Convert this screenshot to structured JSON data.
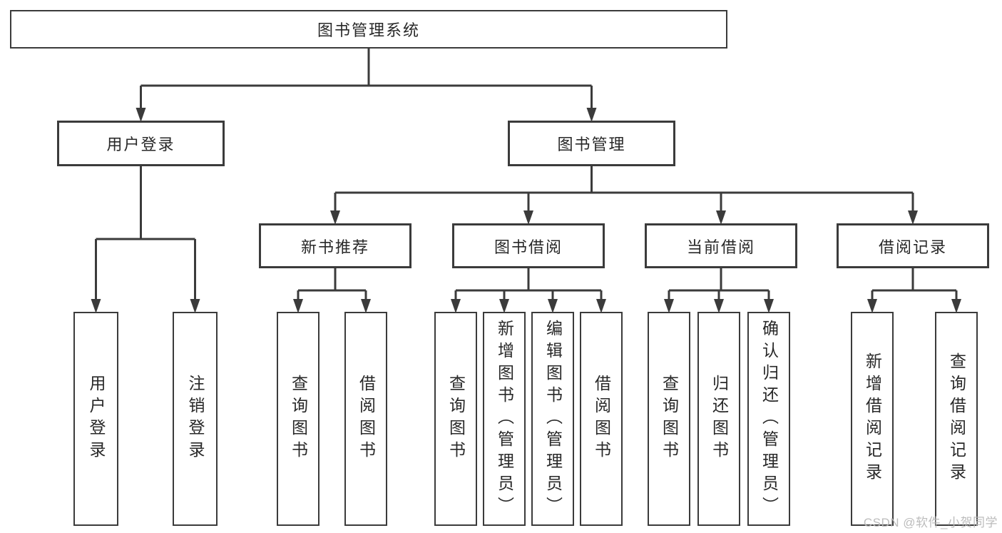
{
  "diagram_title": "图书管理系统",
  "watermark": "CSDN @软件_小贺同学",
  "colors": {
    "line": "#3b3b3b",
    "box_border": "#3b3b3b",
    "text": "#282828",
    "watermark_text": "#b9b9b9",
    "background": "#ffffff"
  },
  "nodes": [
    {
      "id": "root",
      "label": "图书管理系统",
      "parent": null,
      "orientation": "horizontal"
    },
    {
      "id": "user-login",
      "label": "用户登录",
      "parent": "root",
      "orientation": "horizontal"
    },
    {
      "id": "book-management",
      "label": "图书管理",
      "parent": "root",
      "orientation": "horizontal"
    },
    {
      "id": "user-login-leaf",
      "label": "用户登录",
      "parent": "user-login",
      "orientation": "vertical"
    },
    {
      "id": "logout-leaf",
      "label": "注销登录",
      "parent": "user-login",
      "orientation": "vertical"
    },
    {
      "id": "new-book-recommend",
      "label": "新书推荐",
      "parent": "book-management",
      "orientation": "horizontal"
    },
    {
      "id": "book-borrowing",
      "label": "图书借阅",
      "parent": "book-management",
      "orientation": "horizontal"
    },
    {
      "id": "current-borrowing",
      "label": "当前借阅",
      "parent": "book-management",
      "orientation": "horizontal"
    },
    {
      "id": "borrowing-records",
      "label": "借阅记录",
      "parent": "book-management",
      "orientation": "horizontal"
    },
    {
      "id": "query-books-1",
      "label": "查询图书",
      "parent": "new-book-recommend",
      "orientation": "vertical"
    },
    {
      "id": "borrow-books-1",
      "label": "借阅图书",
      "parent": "new-book-recommend",
      "orientation": "vertical"
    },
    {
      "id": "query-books-2",
      "label": "查询图书",
      "parent": "book-borrowing",
      "orientation": "vertical"
    },
    {
      "id": "add-books-admin",
      "label": "新增图书（管理员）",
      "parent": "book-borrowing",
      "orientation": "vertical"
    },
    {
      "id": "edit-books-admin",
      "label": "编辑图书（管理员）",
      "parent": "book-borrowing",
      "orientation": "vertical"
    },
    {
      "id": "borrow-books-2",
      "label": "借阅图书",
      "parent": "book-borrowing",
      "orientation": "vertical"
    },
    {
      "id": "query-books-3",
      "label": "查询图书",
      "parent": "current-borrowing",
      "orientation": "vertical"
    },
    {
      "id": "return-books",
      "label": "归还图书",
      "parent": "current-borrowing",
      "orientation": "vertical"
    },
    {
      "id": "confirm-return-admin",
      "label": "确认归还（管理员）",
      "parent": "current-borrowing",
      "orientation": "vertical"
    },
    {
      "id": "add-borrow-record",
      "label": "新增借阅记录",
      "parent": "borrowing-records",
      "orientation": "vertical"
    },
    {
      "id": "query-borrow-record",
      "label": "查询借阅记录",
      "parent": "borrowing-records",
      "orientation": "vertical"
    }
  ]
}
